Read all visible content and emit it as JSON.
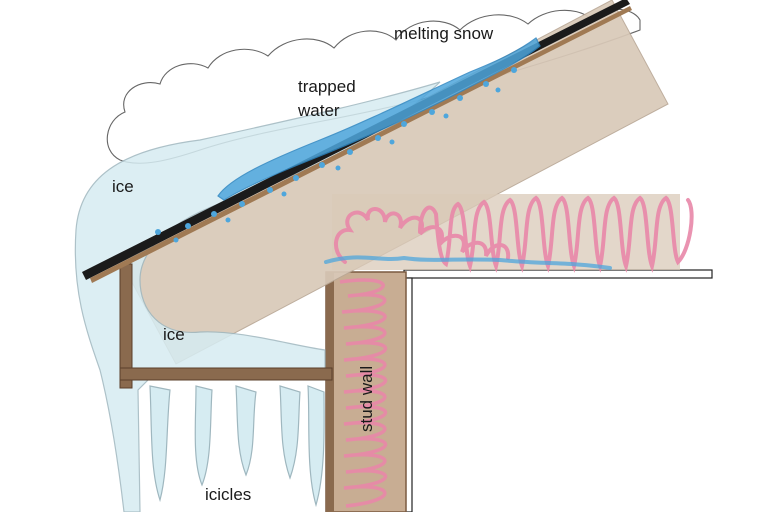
{
  "labels": {
    "melting_snow": "melting snow",
    "trapped_water_line1": "trapped",
    "trapped_water_line2": "water",
    "ice_upper": "ice",
    "ice_lower": "ice",
    "stud_wall": "stud wall",
    "icicles": "icicles"
  },
  "colors": {
    "ice": "#d6ecf2",
    "ice_outline": "#9fb7bf",
    "water": "#4ea6dc",
    "rafter": "#d9c9b8",
    "wood": "#8a6a4e",
    "insulation": "#e887a8",
    "shingle": "#1b1b1b"
  },
  "icons": [
    "snow-cloud",
    "insulation-coil",
    "icicle"
  ]
}
